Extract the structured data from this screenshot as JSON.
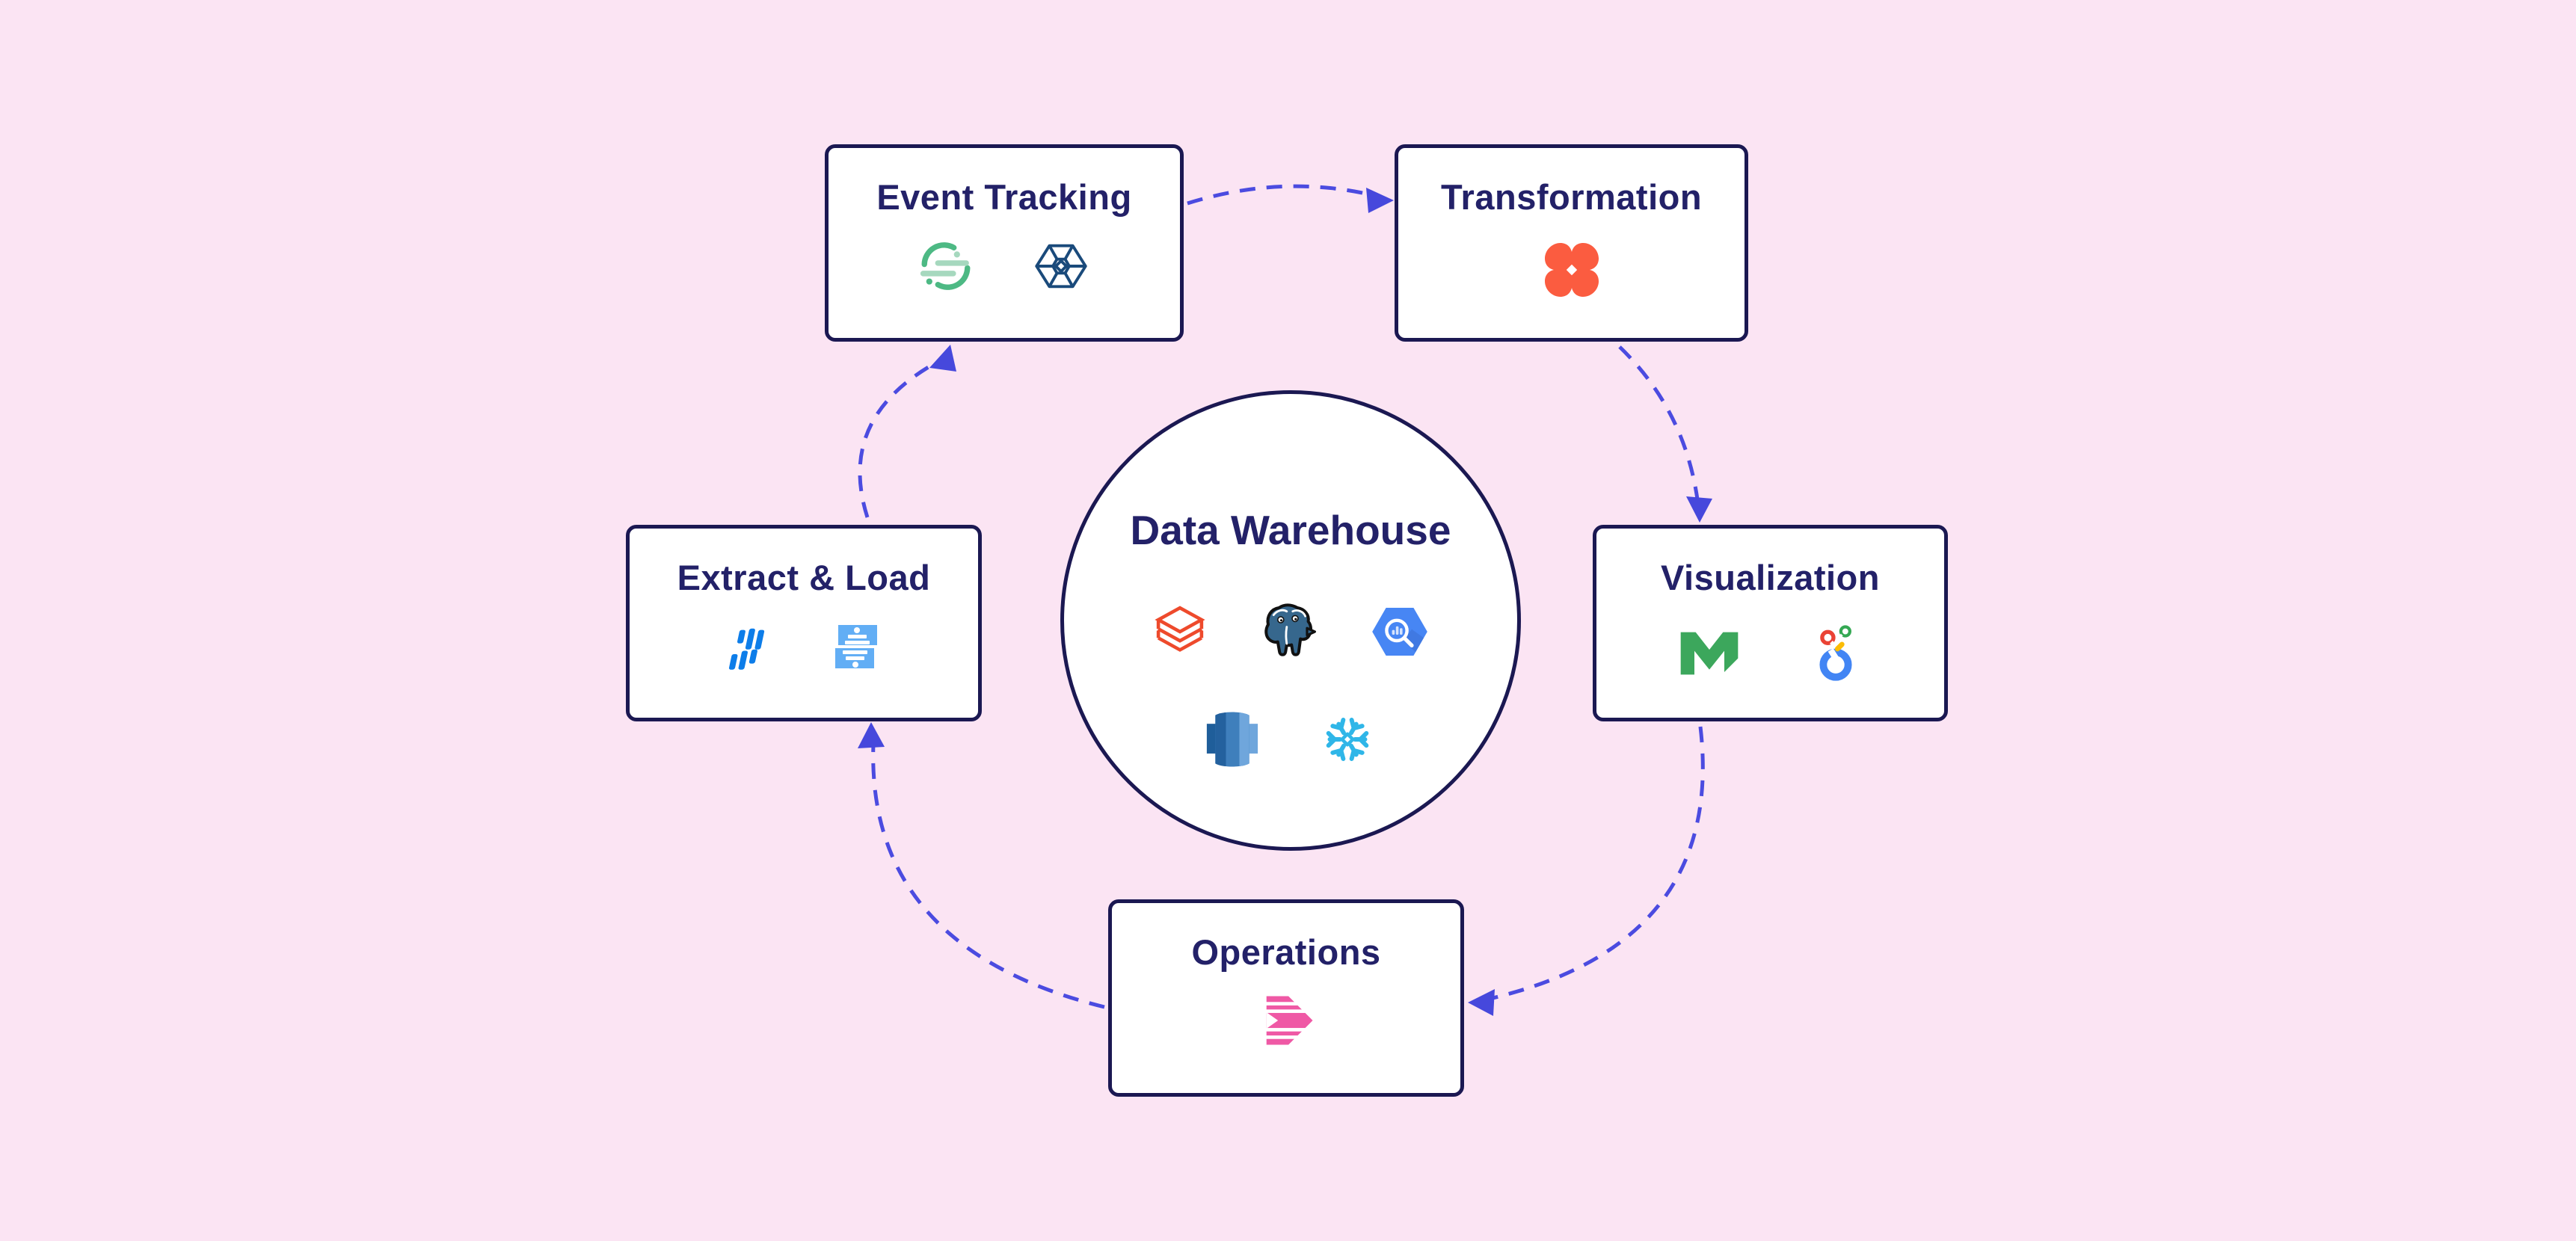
{
  "diagram": {
    "hub": {
      "title": "Data Warehouse",
      "tools": [
        "Databricks",
        "PostgreSQL",
        "Google BigQuery",
        "Amazon Redshift",
        "Snowflake"
      ]
    },
    "nodes": [
      {
        "id": "event-tracking",
        "title": "Event Tracking",
        "tools": [
          "Segment",
          "Snowplow"
        ]
      },
      {
        "id": "transformation",
        "title": "Transformation",
        "tools": [
          "dbt"
        ]
      },
      {
        "id": "visualization",
        "title": "Visualization",
        "tools": [
          "Mode",
          "Looker"
        ]
      },
      {
        "id": "operations",
        "title": "Operations",
        "tools": [
          "Census"
        ]
      },
      {
        "id": "extract-load",
        "title": "Extract & Load",
        "tools": [
          "Stitch",
          "Fivetran"
        ]
      }
    ],
    "flow": [
      {
        "from": "Event Tracking",
        "to": "Transformation"
      },
      {
        "from": "Transformation",
        "to": "Visualization"
      },
      {
        "from": "Visualization",
        "to": "Operations"
      },
      {
        "from": "Operations",
        "to": "Extract & Load"
      },
      {
        "from": "Extract & Load",
        "to": "Event Tracking"
      }
    ],
    "colors": {
      "background": "#FBE4F3",
      "box_border": "#1B1852",
      "title_text": "#232168",
      "arrow": "#4B4BE0",
      "segment_green": "#4DB984",
      "segment_light_green": "#A6D8BE",
      "snowplow_navy": "#1A4A7B",
      "dbt_orange": "#FB5C40",
      "mode_green": "#3CA75C",
      "looker_blue": "#4285F4",
      "looker_red": "#EA4335",
      "looker_yellow": "#FBBC05",
      "looker_green": "#34A853",
      "census_pink": "#EF59A5",
      "stitch_blue": "#0D7DE9",
      "fivetran_blue": "#62AEF5",
      "databricks_red": "#EE4A2C",
      "postgres_blue": "#36678D",
      "bigquery_blue": "#4786F4",
      "redshift_blue": "#2B6BA8",
      "snowflake_blue": "#2FB6E8"
    }
  }
}
